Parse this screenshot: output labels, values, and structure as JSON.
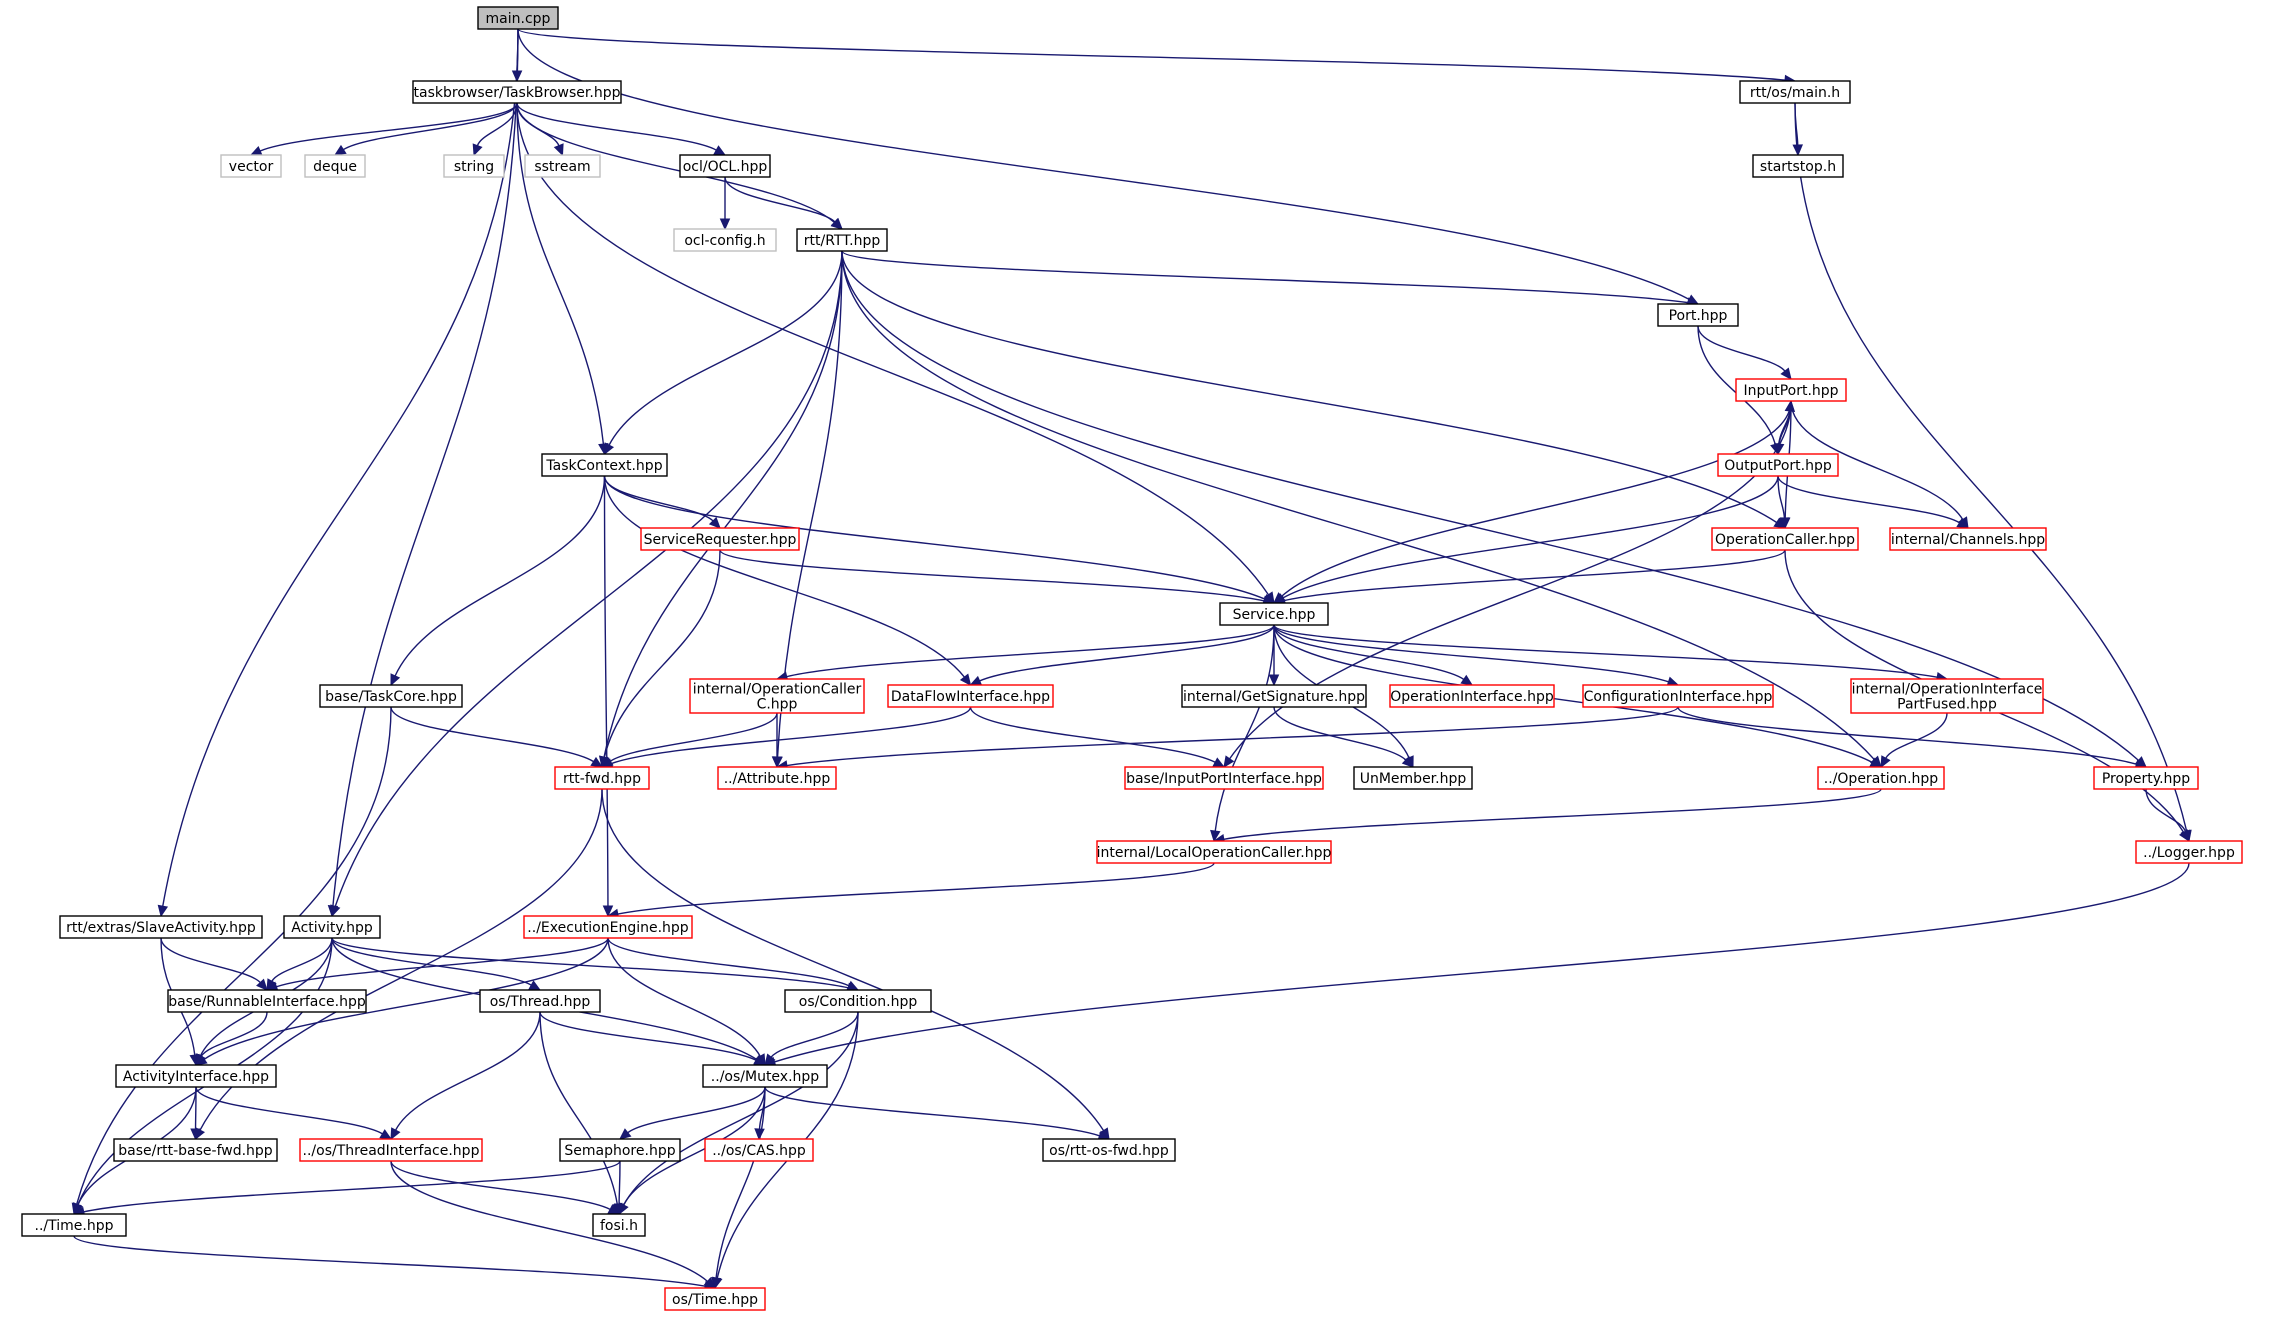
{
  "graph": {
    "nodes": [
      {
        "id": "main",
        "label": "main.cpp",
        "color": "#000000",
        "fill": "#bfbfbf"
      },
      {
        "id": "taskbrowser",
        "label": "taskbrowser/TaskBrowser.hpp",
        "color": "#000000",
        "fill": "#ffffff"
      },
      {
        "id": "rttosmain",
        "label": "rtt/os/main.h",
        "color": "#000000",
        "fill": "#ffffff"
      },
      {
        "id": "startstop",
        "label": "startstop.h",
        "color": "#000000",
        "fill": "#ffffff"
      },
      {
        "id": "vector",
        "label": "vector",
        "color": "#bfbfbf",
        "fill": "#ffffff"
      },
      {
        "id": "deque",
        "label": "deque",
        "color": "#bfbfbf",
        "fill": "#ffffff"
      },
      {
        "id": "string",
        "label": "string",
        "color": "#bfbfbf",
        "fill": "#ffffff"
      },
      {
        "id": "sstream",
        "label": "sstream",
        "color": "#bfbfbf",
        "fill": "#ffffff"
      },
      {
        "id": "ocl",
        "label": "ocl/OCL.hpp",
        "color": "#000000",
        "fill": "#ffffff"
      },
      {
        "id": "oclconfig",
        "label": "ocl-config.h",
        "color": "#bfbfbf",
        "fill": "#ffffff"
      },
      {
        "id": "rtt",
        "label": "rtt/RTT.hpp",
        "color": "#000000",
        "fill": "#ffffff"
      },
      {
        "id": "port",
        "label": "Port.hpp",
        "color": "#000000",
        "fill": "#ffffff"
      },
      {
        "id": "inputport",
        "label": "InputPort.hpp",
        "color": "#ff0000",
        "fill": "#ffffff"
      },
      {
        "id": "outputport",
        "label": "OutputPort.hpp",
        "color": "#ff0000",
        "fill": "#ffffff"
      },
      {
        "id": "taskcontext",
        "label": "TaskContext.hpp",
        "color": "#000000",
        "fill": "#ffffff"
      },
      {
        "id": "servicerequester",
        "label": "ServiceRequester.hpp",
        "color": "#ff0000",
        "fill": "#ffffff"
      },
      {
        "id": "operationcaller",
        "label": "OperationCaller.hpp",
        "color": "#ff0000",
        "fill": "#ffffff"
      },
      {
        "id": "channels",
        "label": "internal/Channels.hpp",
        "color": "#ff0000",
        "fill": "#ffffff"
      },
      {
        "id": "service",
        "label": "Service.hpp",
        "color": "#000000",
        "fill": "#ffffff"
      },
      {
        "id": "basetaskcore",
        "label": "base/TaskCore.hpp",
        "color": "#000000",
        "fill": "#ffffff"
      },
      {
        "id": "opcallerc",
        "label": "internal/OperationCaller\nC.hpp",
        "color": "#ff0000",
        "fill": "#ffffff"
      },
      {
        "id": "dataflow",
        "label": "DataFlowInterface.hpp",
        "color": "#ff0000",
        "fill": "#ffffff"
      },
      {
        "id": "getsignature",
        "label": "internal/GetSignature.hpp",
        "color": "#000000",
        "fill": "#ffffff"
      },
      {
        "id": "opinterface",
        "label": "OperationInterface.hpp",
        "color": "#ff0000",
        "fill": "#ffffff"
      },
      {
        "id": "configinterface",
        "label": "ConfigurationInterface.hpp",
        "color": "#ff0000",
        "fill": "#ffffff"
      },
      {
        "id": "opipf",
        "label": "internal/OperationInterface\nPartFused.hpp",
        "color": "#ff0000",
        "fill": "#ffffff"
      },
      {
        "id": "rttfwd",
        "label": "rtt-fwd.hpp",
        "color": "#ff0000",
        "fill": "#ffffff"
      },
      {
        "id": "attribute",
        "label": "../Attribute.hpp",
        "color": "#ff0000",
        "fill": "#ffffff"
      },
      {
        "id": "inputportinterface",
        "label": "base/InputPortInterface.hpp",
        "color": "#ff0000",
        "fill": "#ffffff"
      },
      {
        "id": "unmember",
        "label": "UnMember.hpp",
        "color": "#000000",
        "fill": "#ffffff"
      },
      {
        "id": "operation",
        "label": "../Operation.hpp",
        "color": "#ff0000",
        "fill": "#ffffff"
      },
      {
        "id": "property",
        "label": "Property.hpp",
        "color": "#ff0000",
        "fill": "#ffffff"
      },
      {
        "id": "localopcaller",
        "label": "internal/LocalOperationCaller.hpp",
        "color": "#ff0000",
        "fill": "#ffffff"
      },
      {
        "id": "logger",
        "label": "../Logger.hpp",
        "color": "#ff0000",
        "fill": "#ffffff"
      },
      {
        "id": "slaveactivity",
        "label": "rtt/extras/SlaveActivity.hpp",
        "color": "#000000",
        "fill": "#ffffff"
      },
      {
        "id": "activity",
        "label": "Activity.hpp",
        "color": "#000000",
        "fill": "#ffffff"
      },
      {
        "id": "execengine",
        "label": "../ExecutionEngine.hpp",
        "color": "#ff0000",
        "fill": "#ffffff"
      },
      {
        "id": "runnable",
        "label": "base/RunnableInterface.hpp",
        "color": "#000000",
        "fill": "#ffffff"
      },
      {
        "id": "osthread",
        "label": "os/Thread.hpp",
        "color": "#000000",
        "fill": "#ffffff"
      },
      {
        "id": "oscondition",
        "label": "os/Condition.hpp",
        "color": "#000000",
        "fill": "#ffffff"
      },
      {
        "id": "activityinterface",
        "label": "ActivityInterface.hpp",
        "color": "#000000",
        "fill": "#ffffff"
      },
      {
        "id": "osmutex",
        "label": "../os/Mutex.hpp",
        "color": "#000000",
        "fill": "#ffffff"
      },
      {
        "id": "rttbasefwd",
        "label": "base/rtt-base-fwd.hpp",
        "color": "#000000",
        "fill": "#ffffff"
      },
      {
        "id": "threadinterface",
        "label": "../os/ThreadInterface.hpp",
        "color": "#ff0000",
        "fill": "#ffffff"
      },
      {
        "id": "semaphore",
        "label": "Semaphore.hpp",
        "color": "#000000",
        "fill": "#ffffff"
      },
      {
        "id": "oscas",
        "label": "../os/CAS.hpp",
        "color": "#ff0000",
        "fill": "#ffffff"
      },
      {
        "id": "osrttosfwd",
        "label": "os/rtt-os-fwd.hpp",
        "color": "#000000",
        "fill": "#ffffff"
      },
      {
        "id": "time",
        "label": "../Time.hpp",
        "color": "#000000",
        "fill": "#ffffff"
      },
      {
        "id": "fosi",
        "label": "fosi.h",
        "color": "#000000",
        "fill": "#ffffff"
      },
      {
        "id": "ostime",
        "label": "os/Time.hpp",
        "color": "#ff0000",
        "fill": "#ffffff"
      }
    ],
    "edges": [
      [
        "main",
        "taskbrowser"
      ],
      [
        "main",
        "rttosmain"
      ],
      [
        "main",
        "port"
      ],
      [
        "main",
        "slaveactivity"
      ],
      [
        "main",
        "activity"
      ],
      [
        "taskbrowser",
        "vector"
      ],
      [
        "taskbrowser",
        "deque"
      ],
      [
        "taskbrowser",
        "string"
      ],
      [
        "taskbrowser",
        "sstream"
      ],
      [
        "taskbrowser",
        "ocl"
      ],
      [
        "taskbrowser",
        "rtt"
      ],
      [
        "taskbrowser",
        "taskcontext"
      ],
      [
        "taskbrowser",
        "service"
      ],
      [
        "rttosmain",
        "startstop"
      ],
      [
        "rttosmain",
        "logger"
      ],
      [
        "ocl",
        "oclconfig"
      ],
      [
        "ocl",
        "rtt"
      ],
      [
        "rtt",
        "port"
      ],
      [
        "rtt",
        "taskcontext"
      ],
      [
        "rtt",
        "activity"
      ],
      [
        "rtt",
        "rttfwd"
      ],
      [
        "rtt",
        "attribute"
      ],
      [
        "rtt",
        "operationcaller"
      ],
      [
        "rtt",
        "operation"
      ],
      [
        "rtt",
        "property"
      ],
      [
        "port",
        "inputport"
      ],
      [
        "port",
        "outputport"
      ],
      [
        "inputport",
        "outputport"
      ],
      [
        "outputport",
        "inputport"
      ],
      [
        "inputport",
        "operationcaller"
      ],
      [
        "inputport",
        "channels"
      ],
      [
        "inputport",
        "service"
      ],
      [
        "inputport",
        "inputportinterface"
      ],
      [
        "outputport",
        "operationcaller"
      ],
      [
        "outputport",
        "channels"
      ],
      [
        "outputport",
        "service"
      ],
      [
        "taskcontext",
        "servicerequester"
      ],
      [
        "taskcontext",
        "service"
      ],
      [
        "taskcontext",
        "basetaskcore"
      ],
      [
        "taskcontext",
        "dataflow"
      ],
      [
        "taskcontext",
        "execengine"
      ],
      [
        "servicerequester",
        "service"
      ],
      [
        "servicerequester",
        "rttfwd"
      ],
      [
        "operationcaller",
        "service"
      ],
      [
        "operationcaller",
        "logger"
      ],
      [
        "service",
        "opcallerc"
      ],
      [
        "service",
        "dataflow"
      ],
      [
        "service",
        "getsignature"
      ],
      [
        "service",
        "opinterface"
      ],
      [
        "service",
        "configinterface"
      ],
      [
        "service",
        "opipf"
      ],
      [
        "service",
        "unmember"
      ],
      [
        "service",
        "operation"
      ],
      [
        "service",
        "localopcaller"
      ],
      [
        "basetaskcore",
        "rttfwd"
      ],
      [
        "basetaskcore",
        "time"
      ],
      [
        "opcallerc",
        "rttfwd"
      ],
      [
        "opcallerc",
        "attribute"
      ],
      [
        "dataflow",
        "rttfwd"
      ],
      [
        "dataflow",
        "inputportinterface"
      ],
      [
        "getsignature",
        "unmember"
      ],
      [
        "configinterface",
        "attribute"
      ],
      [
        "configinterface",
        "property"
      ],
      [
        "opipf",
        "operation"
      ],
      [
        "rttfwd",
        "rttbasefwd"
      ],
      [
        "rttfwd",
        "osrttosfwd"
      ],
      [
        "operation",
        "localopcaller"
      ],
      [
        "property",
        "logger"
      ],
      [
        "localopcaller",
        "execengine"
      ],
      [
        "logger",
        "osmutex"
      ],
      [
        "slaveactivity",
        "runnable"
      ],
      [
        "slaveactivity",
        "activityinterface"
      ],
      [
        "activity",
        "runnable"
      ],
      [
        "activity",
        "activityinterface"
      ],
      [
        "activity",
        "osthread"
      ],
      [
        "activity",
        "oscondition"
      ],
      [
        "activity",
        "osmutex"
      ],
      [
        "activity",
        "time"
      ],
      [
        "execengine",
        "runnable"
      ],
      [
        "execengine",
        "activityinterface"
      ],
      [
        "execengine",
        "osmutex"
      ],
      [
        "execengine",
        "oscondition"
      ],
      [
        "runnable",
        "activityinterface"
      ],
      [
        "osthread",
        "osmutex"
      ],
      [
        "osthread",
        "threadinterface"
      ],
      [
        "osthread",
        "fosi"
      ],
      [
        "oscondition",
        "osmutex"
      ],
      [
        "oscondition",
        "fosi"
      ],
      [
        "oscondition",
        "ostime"
      ],
      [
        "activityinterface",
        "rttbasefwd"
      ],
      [
        "activityinterface",
        "threadinterface"
      ],
      [
        "activityinterface",
        "time"
      ],
      [
        "osmutex",
        "semaphore"
      ],
      [
        "osmutex",
        "oscas"
      ],
      [
        "osmutex",
        "osrttosfwd"
      ],
      [
        "osmutex",
        "fosi"
      ],
      [
        "osmutex",
        "ostime"
      ],
      [
        "threadinterface",
        "fosi"
      ],
      [
        "threadinterface",
        "ostime"
      ],
      [
        "semaphore",
        "fosi"
      ],
      [
        "semaphore",
        "time"
      ],
      [
        "time",
        "ostime"
      ]
    ]
  }
}
